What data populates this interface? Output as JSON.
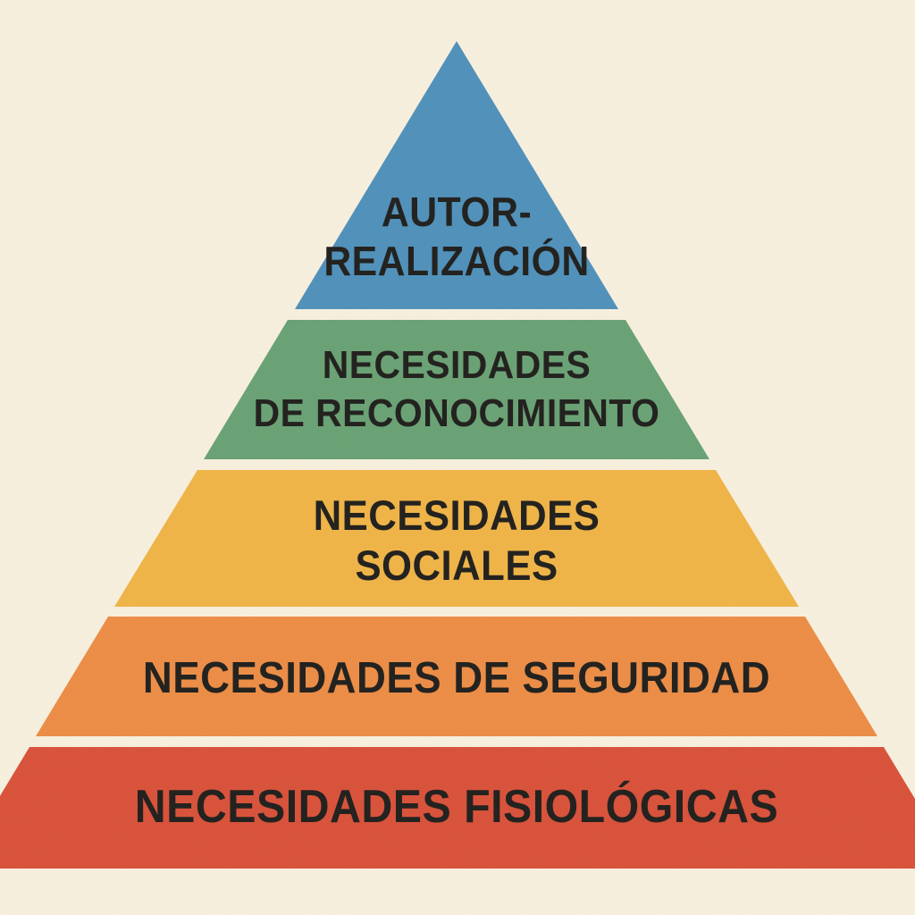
{
  "colors": {
    "background": "#f8f0de",
    "text": "#1f1e1b"
  },
  "pyramid": {
    "levels": [
      {
        "id": "autorrealizacion",
        "color": "#4e90ba",
        "lines": [
          "AUTOR-",
          "REALIZACIÓN"
        ]
      },
      {
        "id": "reconocimiento",
        "color": "#68a173",
        "lines": [
          "NECESIDADES",
          "DE RECONOCIMIENTO"
        ]
      },
      {
        "id": "sociales",
        "color": "#f0b445",
        "lines": [
          "NECESIDADES",
          "SOCIALES"
        ]
      },
      {
        "id": "seguridad",
        "color": "#ec8c44",
        "lines": [
          "NECESIDADES DE SEGURIDAD"
        ]
      },
      {
        "id": "fisiologicas",
        "color": "#d95038",
        "lines": [
          "NECESIDADES FISIOLÓGICAS"
        ]
      }
    ]
  }
}
